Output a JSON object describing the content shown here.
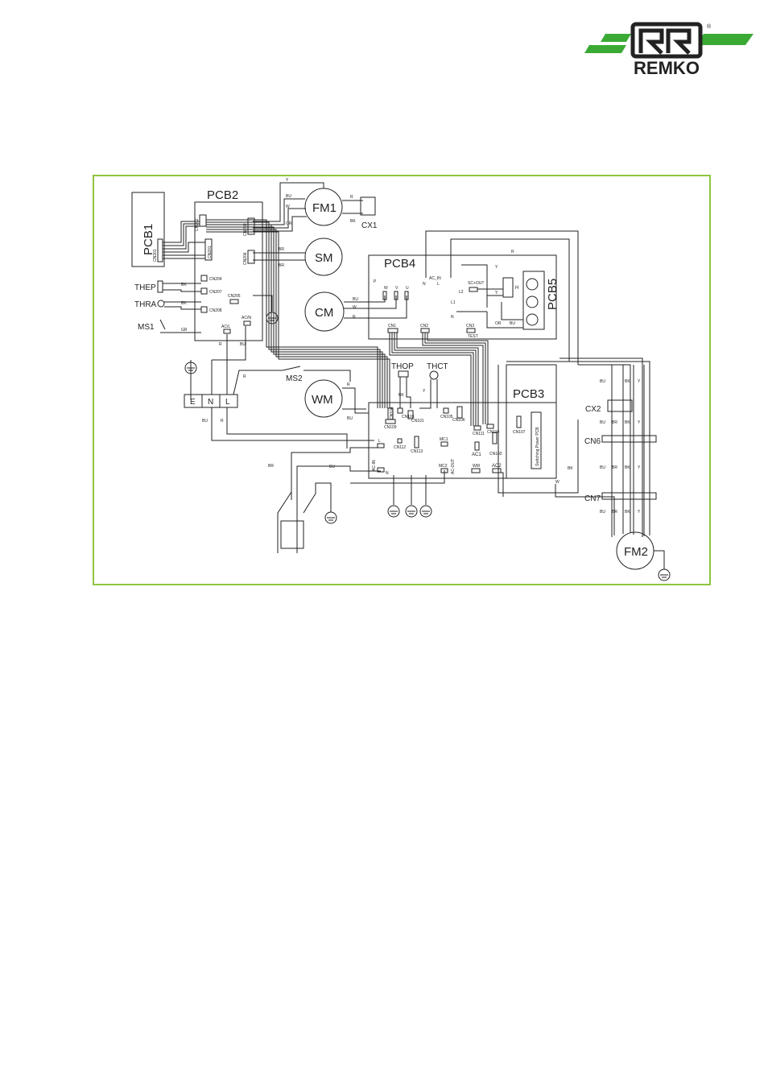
{
  "brand": {
    "name": "REMKO",
    "registered": "®",
    "green": "#3aaa35",
    "frame_green": "#8dc63f"
  },
  "boards": {
    "pcb1": "PCB1",
    "pcb2": "PCB2",
    "pcb3": "PCB3",
    "pcb4": "PCB4",
    "pcb5": "PCB5",
    "switching": "Switching Power PCB"
  },
  "components": {
    "fm1": "FM1",
    "fm2": "FM2",
    "sm": "SM",
    "cm": "CM",
    "wm": "WM",
    "cx1": "CX1",
    "cx2": "CX2",
    "cn6": "CN6",
    "cn7": "CN7",
    "thep": "THEP",
    "thra": "THRA",
    "ms1": "MS1",
    "ms2": "MS2",
    "thop": "THOP",
    "thct": "THCT"
  },
  "terminal": {
    "e": "E",
    "n": "N",
    "l": "L"
  },
  "connectors": {
    "cn201": "CN201",
    "cn202": "CN202",
    "cn203": "CN203",
    "cn204": "CN204",
    "cn205": "CN205",
    "cn206": "CN206",
    "cn207": "CN207",
    "cn208": "CN208",
    "cn301": "CN301",
    "acl": "AC/L",
    "acn": "AC/N",
    "cn1": "CN1",
    "cn2": "CN2",
    "cn3": "CN3",
    "test": "TEST",
    "p": "P",
    "u": "U",
    "v": "V",
    "w": "W",
    "ac_in": "AC_IN",
    "n": "N",
    "l": "L",
    "l1": "L1",
    "l2": "L2",
    "scout": "SC+OUT",
    "h": "H",
    "cn101": "CN101",
    "cn102": "CN102",
    "cn103": "CN103",
    "cn104": "CN104",
    "cn105": "CN105",
    "cn106": "CN106",
    "cn107": "CN107",
    "cn109": "CN109",
    "cn110": "CN110",
    "cn111": "CN111",
    "cn112": "CN112",
    "cn113": "CN113",
    "ac1": "AC1",
    "ac2": "AC2",
    "mc1": "MC1",
    "mc2": "MC2",
    "wm": "WM",
    "acin3": "AC-IN",
    "acout3": "AC-OUT"
  },
  "wires": {
    "y": "Y",
    "bu": "BU",
    "w": "W",
    "or": "OR",
    "r": "R",
    "bk": "BK",
    "br": "BR",
    "gr": "GR"
  }
}
